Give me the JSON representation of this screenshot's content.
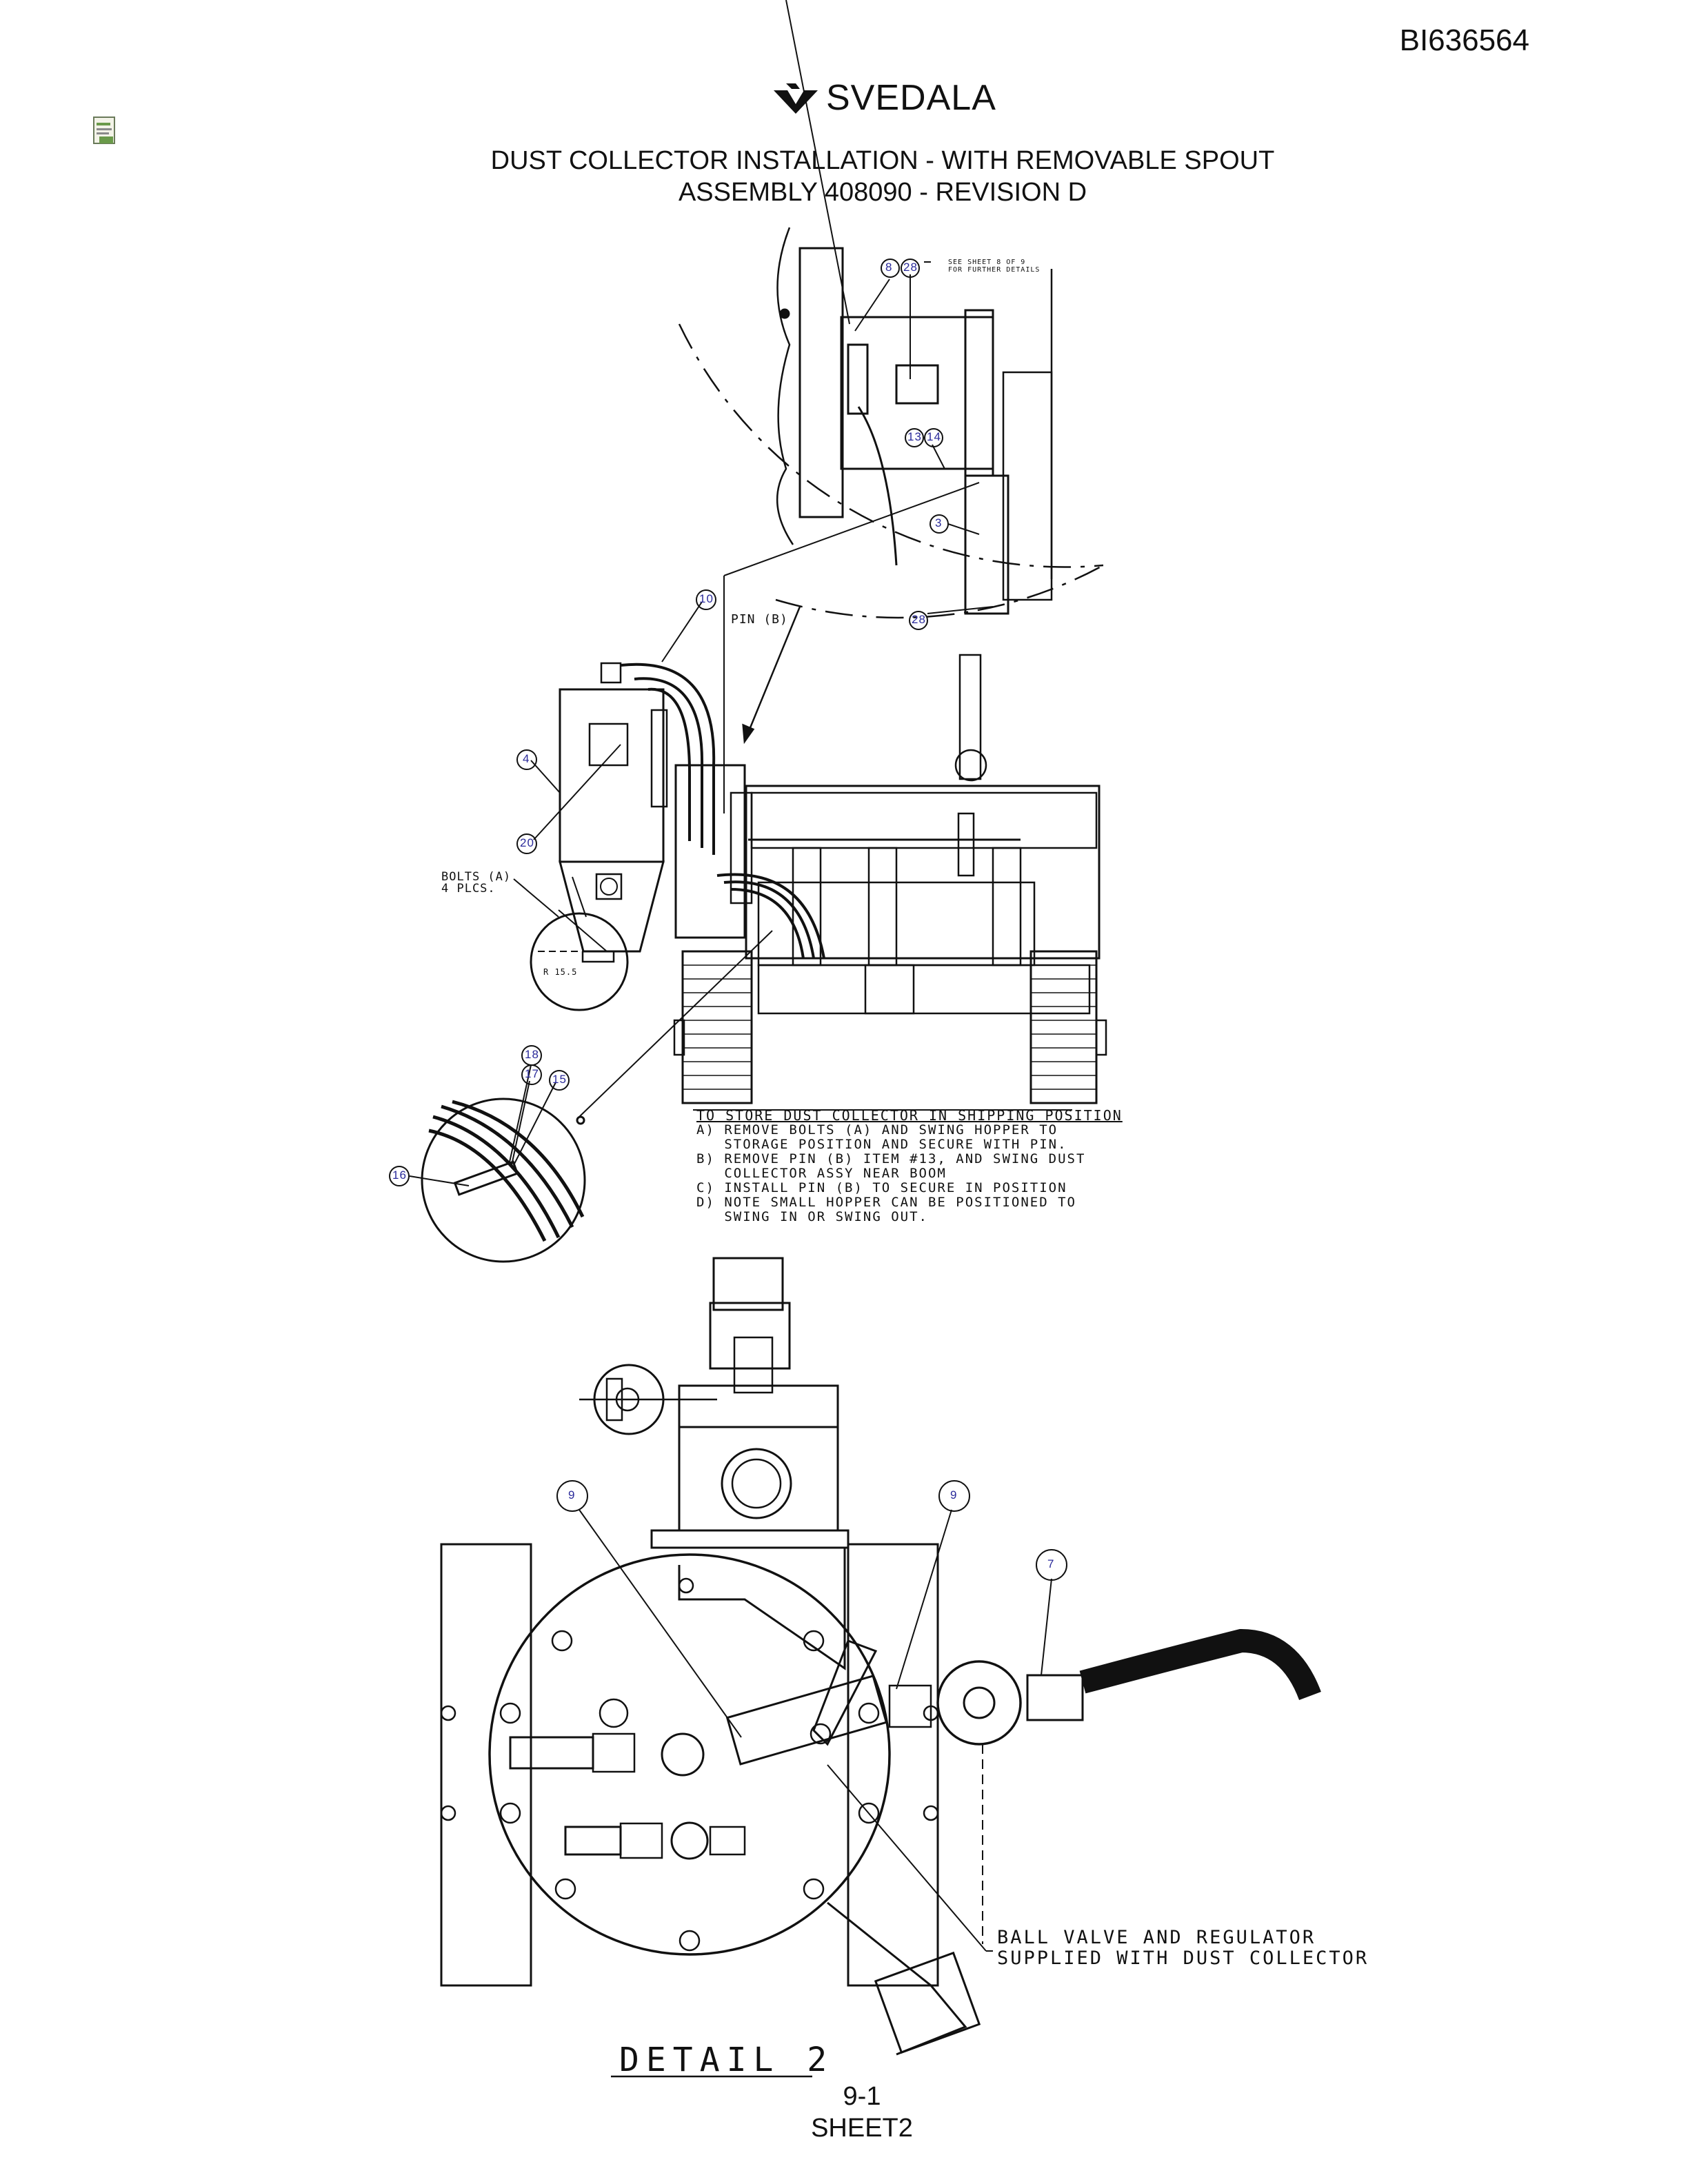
{
  "header": {
    "doc_number": "BI636564",
    "brand": "SVEDALA",
    "title_line1": "DUST COLLECTOR INSTALLATION - WITH REMOVABLE SPOUT",
    "title_line2": "ASSEMBLY 408090 - REVISION D"
  },
  "callouts": {
    "top_detail": [
      "8",
      "28",
      "13",
      "14",
      "3",
      "28"
    ],
    "main_view": [
      "10",
      "4",
      "20"
    ],
    "hose_detail": [
      "18",
      "17",
      "15",
      "16"
    ],
    "detail2": [
      "9",
      "9",
      "7"
    ]
  },
  "labels": {
    "see_sheet": "SEE SHEET 8 OF 9",
    "further_details": "FOR FURTHER DETAILS",
    "pin_b": "PIN (B)",
    "bolts_a": "BOLTS (A)",
    "four_plcs": "4 PLCS.",
    "r_dim": "R 15.5"
  },
  "storage_note": {
    "heading": "TO STORE DUST COLLECTOR IN SHIPPING POSITION",
    "lines": [
      "A) REMOVE BOLTS (A) AND SWING HOPPER TO",
      "   STORAGE POSITION AND SECURE WITH PIN.",
      "B) REMOVE PIN (B) ITEM #13, AND SWING DUST",
      "   COLLECTOR ASSY NEAR BOOM",
      "C) INSTALL PIN (B) TO SECURE IN POSITION",
      "D) NOTE SMALL HOPPER CAN BE POSITIONED TO",
      "   SWING IN OR SWING OUT."
    ]
  },
  "ball_valve_note": {
    "line1": "BALL VALVE AND REGULATOR",
    "line2": "SUPPLIED WITH DUST COLLECTOR"
  },
  "detail_label": "DETAIL 2",
  "footer": {
    "page": "9-1",
    "sheet": "SHEET2"
  },
  "colors": {
    "line": "#111111",
    "callout_text": "#2a2a9a"
  }
}
